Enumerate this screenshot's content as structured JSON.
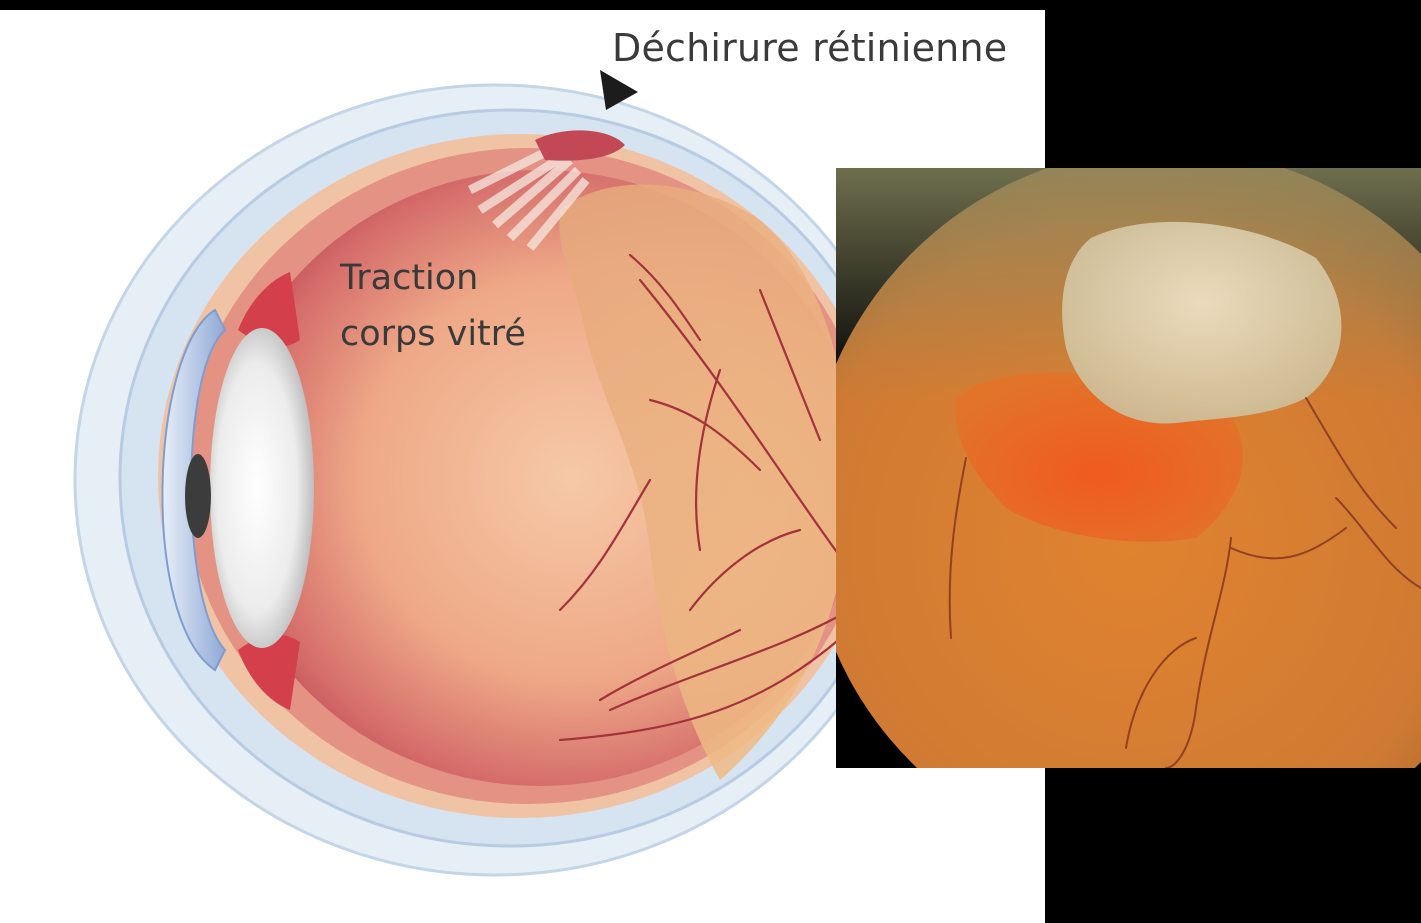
{
  "labels": {
    "retinal_tear": "Déchirure rétinienne",
    "traction_line1": "Traction",
    "traction_line2": "corps vitré"
  },
  "colors": {
    "background": "#000000",
    "panel": "#ffffff",
    "sclera": "#c9d9ea",
    "choroid": "#e9a08e",
    "retina_interior": "#f0b79a",
    "retina_shadow": "#b8424f",
    "lens": "#f4f4f4",
    "cornea": "#a9c1e6",
    "vessel": "#a2323c",
    "fundus_orange": "#d9792e",
    "fundus_tear": "#ef6a22",
    "detached_flap": "#e9d8b8"
  },
  "icons": {
    "tear_pointer": "arrowhead-pointer-icon"
  }
}
